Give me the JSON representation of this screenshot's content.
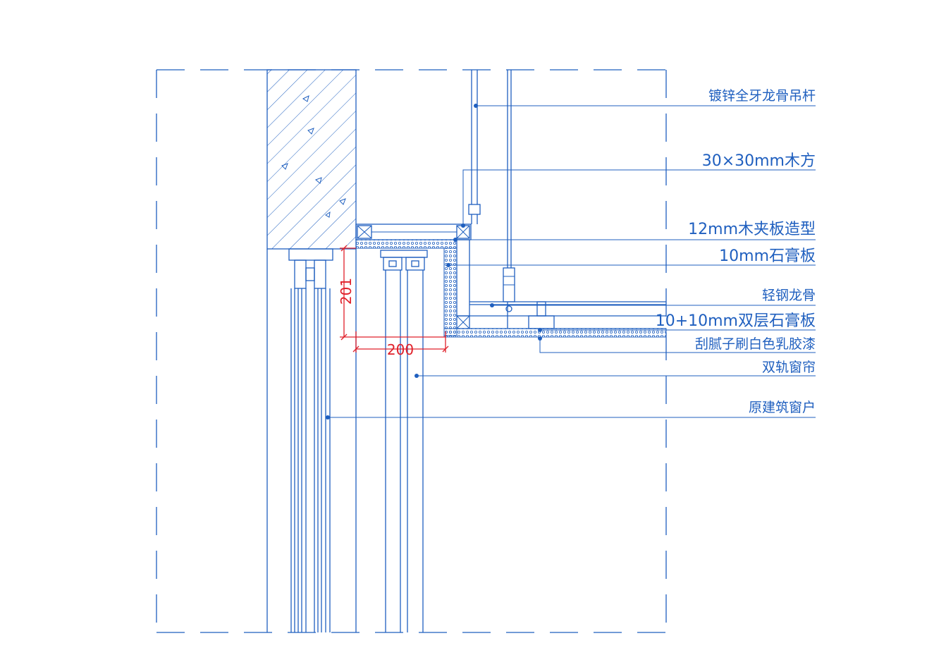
{
  "drawing": {
    "colors": {
      "line": "#1f5fbf",
      "dimension": "#e0202a",
      "background": "#ffffff"
    },
    "labels": {
      "rod": "镀锌全牙龙骨吊杆",
      "batten": "30×30mm木方",
      "plywood": "12mm木夹板造型",
      "gypsum10": "10mm石膏板",
      "keel": "轻钢龙骨",
      "gypsum_double": "10+10mm双层石膏板",
      "paint": "刮腻子刷白色乳胶漆",
      "curtain": "双轨窗帘",
      "window": "原建筑窗户"
    },
    "dimensions": {
      "vertical": "201",
      "horizontal": "200"
    }
  }
}
